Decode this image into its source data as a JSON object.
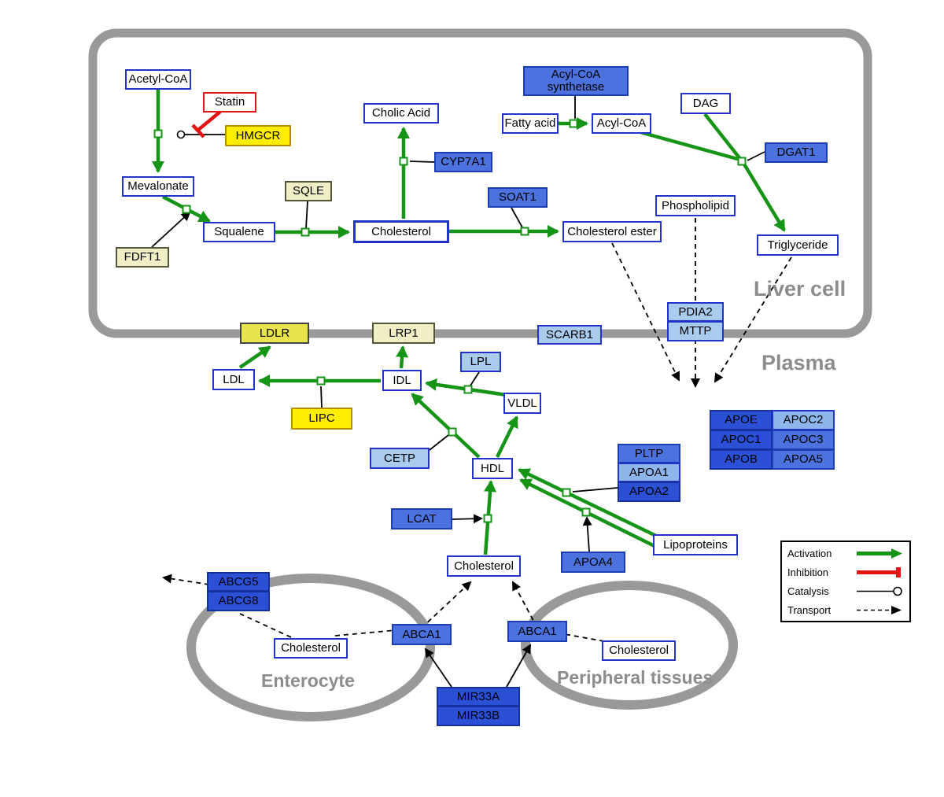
{
  "regions": {
    "liver_cell": "Liver cell",
    "plasma": "Plasma",
    "enterocyte": "Enterocyte",
    "peripheral_tissues": "Peripheral tissues"
  },
  "nodes": {
    "acetyl_coa": "Acetyl-CoA",
    "statin": "Statin",
    "hmgcr": "HMGCR",
    "mevalonate": "Mevalonate",
    "sqle": "SQLE",
    "squalene": "Squalene",
    "fdft1": "FDFT1",
    "cholic_acid": "Cholic Acid",
    "cyp7a1": "CYP7A1",
    "cholesterol_liver": "Cholesterol",
    "soat1": "SOAT1",
    "cholesterol_ester": "Cholesterol ester",
    "acyl_coa_synthetase": "Acyl-CoA synthetase",
    "fatty_acid": "Fatty acid",
    "acyl_coa": "Acyl-CoA",
    "dag": "DAG",
    "dgat1": "DGAT1",
    "phospholipid": "Phospholipid",
    "triglyceride": "Triglyceride",
    "ldlr": "LDLR",
    "lrp1": "LRP1",
    "scarb1": "SCARB1",
    "pdia2": "PDIA2",
    "mttp": "MTTP",
    "ldl": "LDL",
    "idl": "IDL",
    "lpl": "LPL",
    "vldl": "VLDL",
    "lipc": "LIPC",
    "cetp": "CETP",
    "hdl": "HDL",
    "apoe": "APOE",
    "apoc2": "APOC2",
    "apoc1": "APOC1",
    "apoc3": "APOC3",
    "apob": "APOB",
    "apoa5": "APOA5",
    "pltp": "PLTP",
    "apoa1": "APOA1",
    "apoa2": "APOA2",
    "lcat": "LCAT",
    "apoa4": "APOA4",
    "lipoproteins": "Lipoproteins",
    "abcg5": "ABCG5",
    "abcg8": "ABCG8",
    "cholesterol_enterocyte": "Cholesterol",
    "abca1_enterocyte": "ABCA1",
    "abca1_peripheral": "ABCA1",
    "cholesterol_plasma": "Cholesterol",
    "cholesterol_peripheral": "Cholesterol",
    "mir33a": "MIR33A",
    "mir33b": "MIR33B"
  },
  "legend": {
    "activation": "Activation",
    "inhibition": "Inhibition",
    "catalysis": "Catalysis",
    "transport": "Transport"
  },
  "colors": {
    "activation_green": "#169416",
    "inhibition_red": "#e21414",
    "membrane_gray": "#999999",
    "metabolite_border_blue": "#2233cc",
    "gene_blue": "#4b72de",
    "gene_dark_blue": "#2b50d6",
    "gene_light_blue": "#a8cbee",
    "gene_yellow": "#ffee00"
  }
}
